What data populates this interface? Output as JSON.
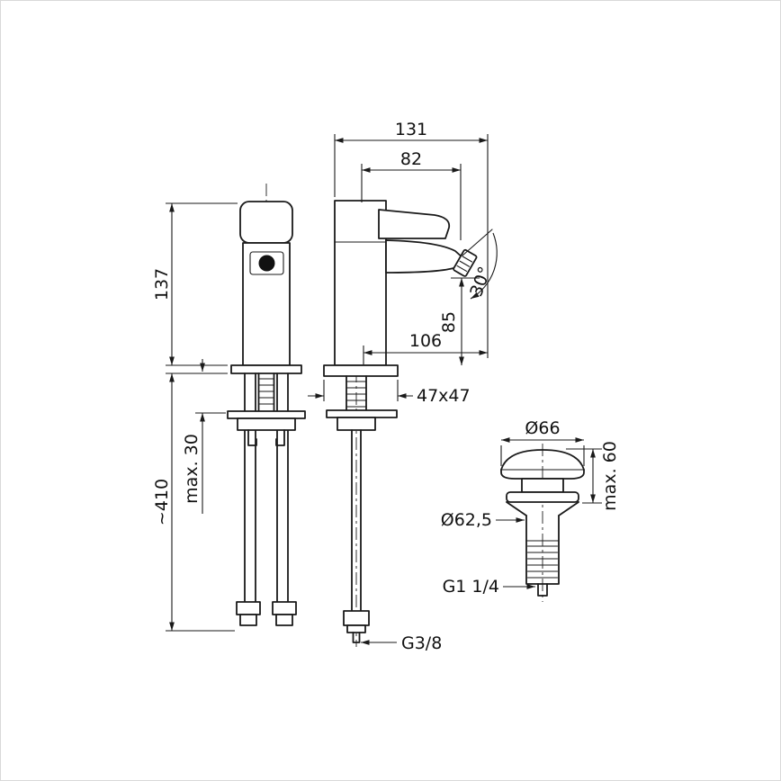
{
  "style": {
    "background": "#ffffff",
    "line_color": "#1a1a1a"
  },
  "drawing_type": "bidet-mixer-faucet-dimensional-drawing",
  "dimensions": {
    "overall_depth": "131",
    "spout_projection": "82",
    "body_height": "137",
    "aerator_reach": "106",
    "outlet_height": "85",
    "swivel_angle": "30°",
    "base_footprint": "47x47",
    "hose_length": "~410",
    "max_mounting_thickness": "max. 30",
    "supply_connection": "G3/8",
    "plug_cap_diameter": "Ø66",
    "plug_max_height": "max. 60",
    "plug_flange_diameter": "Ø62,5",
    "plug_thread": "G1 1/4"
  }
}
